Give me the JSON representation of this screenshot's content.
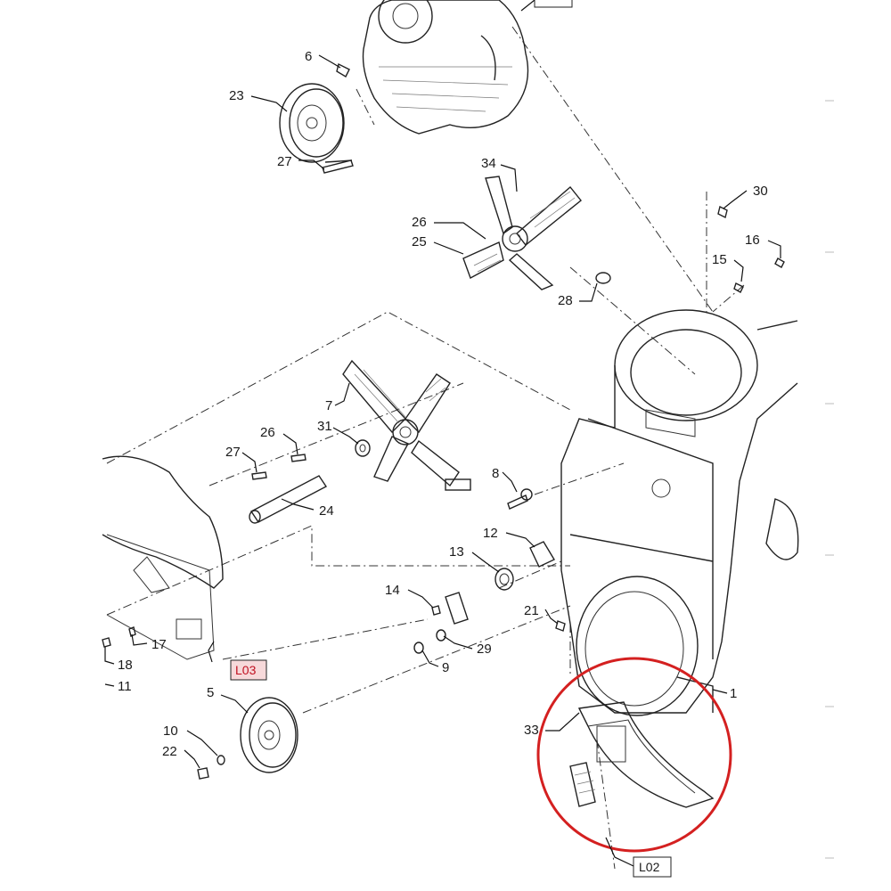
{
  "diagram": {
    "callouts": [
      {
        "id": "6",
        "text": "6"
      },
      {
        "id": "23",
        "text": "23"
      },
      {
        "id": "27a",
        "text": "27"
      },
      {
        "id": "34",
        "text": "34"
      },
      {
        "id": "30",
        "text": "30"
      },
      {
        "id": "26a",
        "text": "26"
      },
      {
        "id": "25",
        "text": "25"
      },
      {
        "id": "16",
        "text": "16"
      },
      {
        "id": "15",
        "text": "15"
      },
      {
        "id": "28",
        "text": "28"
      },
      {
        "id": "7",
        "text": "7"
      },
      {
        "id": "26b",
        "text": "26"
      },
      {
        "id": "31",
        "text": "31"
      },
      {
        "id": "27b",
        "text": "27"
      },
      {
        "id": "8",
        "text": "8"
      },
      {
        "id": "24",
        "text": "24"
      },
      {
        "id": "12",
        "text": "12"
      },
      {
        "id": "13",
        "text": "13"
      },
      {
        "id": "14",
        "text": "14"
      },
      {
        "id": "21",
        "text": "21"
      },
      {
        "id": "17",
        "text": "17"
      },
      {
        "id": "29",
        "text": "29"
      },
      {
        "id": "18",
        "text": "18"
      },
      {
        "id": "9",
        "text": "9"
      },
      {
        "id": "11",
        "text": "11"
      },
      {
        "id": "5",
        "text": "5"
      },
      {
        "id": "1",
        "text": "1"
      },
      {
        "id": "10",
        "text": "10"
      },
      {
        "id": "33",
        "text": "33"
      },
      {
        "id": "22",
        "text": "22"
      }
    ],
    "references": [
      {
        "id": "L03",
        "text": "L03",
        "highlight": true
      },
      {
        "id": "L02",
        "text": "L02",
        "highlight": false
      }
    ],
    "highlight_circle_color": "#d42020"
  }
}
